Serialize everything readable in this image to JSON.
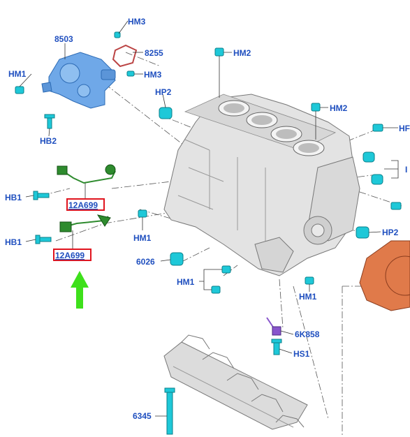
{
  "labels": {
    "hm3_top": "HM3",
    "p8503": "8503",
    "p8255": "8255",
    "hm3_mid": "HM3",
    "hm1_top": "HM1",
    "hm2_a": "HM2",
    "hp2_a": "HP2",
    "hm2_b": "HM2",
    "hb2": "HB2",
    "hp_right": "HF",
    "hb1_a": "HB1",
    "p12a699_a": "12A699",
    "hb1_b": "HB1",
    "p12a699_b": "12A699",
    "hm1_mid": "HM1",
    "hp2_b": "HP2",
    "p6026": "6026",
    "hm1_group": "HM1",
    "hm1_low": "HM1",
    "p6k858": "6K858",
    "hs1": "HS1",
    "p6345": "6345",
    "i_right": "I"
  },
  "colors": {
    "label_blue": "#1f4fbf",
    "highlight_red": "#e0141e",
    "arrow_green": "#3ee01b",
    "part_cyan": "#1ec8d8",
    "pump_blue": "#6fa8e8",
    "gasket_orange": "#e07a4a",
    "sensor_green": "#2e8b2e",
    "sensor_purple": "#8855cc"
  }
}
